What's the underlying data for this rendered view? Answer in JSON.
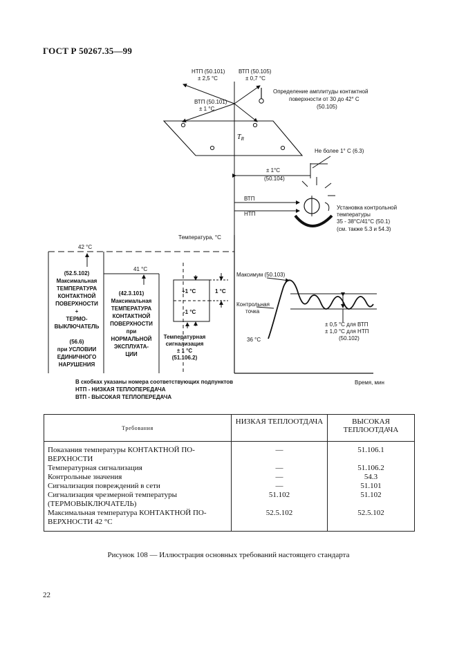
{
  "header": {
    "title": "ГОСТ Р 50267.35—99"
  },
  "diagram": {
    "top": {
      "ntp_label": "НТП (50.101)",
      "ntp_tol": "± 2,5 °C",
      "vtp_label": "ВТП (50.105)",
      "vtp_tol": "± 0,7 °C",
      "vtp2_label": "ВТП (50.101)",
      "vtp2_tol": "± 1 °C",
      "amp_l1": "Определение амплитуды контактной",
      "amp_l2": "поверхности от 30 до 42° С",
      "amp_l3": "(50.105)",
      "tr": "T",
      "tr_sub": "R",
      "not_more": "Не более 1° С (6.3)",
      "pm1": "± 1°С",
      "ref104": "(50.104)",
      "vtp": "ВТП",
      "ntp": "НТП",
      "install_l1": "Установка контрольной",
      "install_l2": "температуры",
      "install_l3": "35 - 38°С/41°С (50.1)",
      "install_l4": "(см. также 5.3 и 54.3)"
    },
    "chart": {
      "yaxis": "Температура, °С",
      "xaxis": "Время, мин",
      "t42": "42 °С",
      "t41": "41 °С",
      "left_col": [
        "(52.5.102)",
        "Максимальная",
        "ТЕМПЕРАТУРА",
        "КОНТАКТНОЙ",
        "ПОВЕРХНОСТИ",
        "+",
        "ТЕРМО-",
        "ВЫКЛЮЧАТЕЛЬ",
        "",
        "(56.6)",
        "при УСЛОВИИ",
        "ЕДИНИЧНОГО",
        "НАРУШЕНИЯ"
      ],
      "mid_col": [
        "(42.3.101)",
        "Максимальная",
        "ТЕМПЕРАТУРА",
        "КОНТАКТНОЙ",
        "ПОВЕРХНОСТИ",
        "при",
        "НОРМАЛЬНОЙ",
        "ЭКСПЛУАТА-",
        "ЦИИ"
      ],
      "plus1": "+1 °С",
      "minus1": "-1 °С",
      "one": "1 °С",
      "alarm": [
        "Температурная",
        "сигнализация",
        "± 1 °С",
        "(51.106.2)"
      ],
      "max_label": "Максимум (50.103)",
      "ctrl_point": [
        "Контрольная",
        "точка"
      ],
      "t36": "36 °С",
      "tol_lines": [
        "± 0,5 °С для ВТП",
        "± 1,0 °С для НТП",
        "(50.102)"
      ],
      "notes": [
        "В скобках указаны номера соответствующих подпунктов",
        "НТП - НИЗКАЯ ТЕПЛОПЕРЕДАЧА",
        "ВТП - ВЫСОКАЯ ТЕПЛОПЕРЕДАЧА"
      ]
    }
  },
  "table": {
    "headers": [
      "Требования",
      "НИЗКАЯ ТЕПЛООТДАЧА",
      "ВЫСОКАЯ ТЕПЛООТДАЧА"
    ],
    "rows": [
      {
        "req": "Показания температуры КОНТАКТНОЙ ПО-ВЕРХНОСТИ",
        "low": "—",
        "high": "51.106.1"
      },
      {
        "req": "Температурная сигнализация",
        "low": "—",
        "high": "51.106.2"
      },
      {
        "req": "Контрольные значения",
        "low": "—",
        "high": "54.3"
      },
      {
        "req": "Сигнализация повреждений в сети",
        "low": "—",
        "high": "51.101"
      },
      {
        "req": "Сигнализация чрезмерной температуры (ТЕРМОВЫКЛЮЧАТЕЛЬ)",
        "low": "51.102",
        "high": "51.102"
      },
      {
        "req": "Максимальная температура КОНТАКТНОЙ ПО-ВЕРХНОСТИ 42 °С",
        "low": "52.5.102",
        "high": "52.5.102"
      }
    ]
  },
  "caption": "Рисунок 108 — Иллюстрация основных требований настоящего стандарта",
  "page_number": "22"
}
